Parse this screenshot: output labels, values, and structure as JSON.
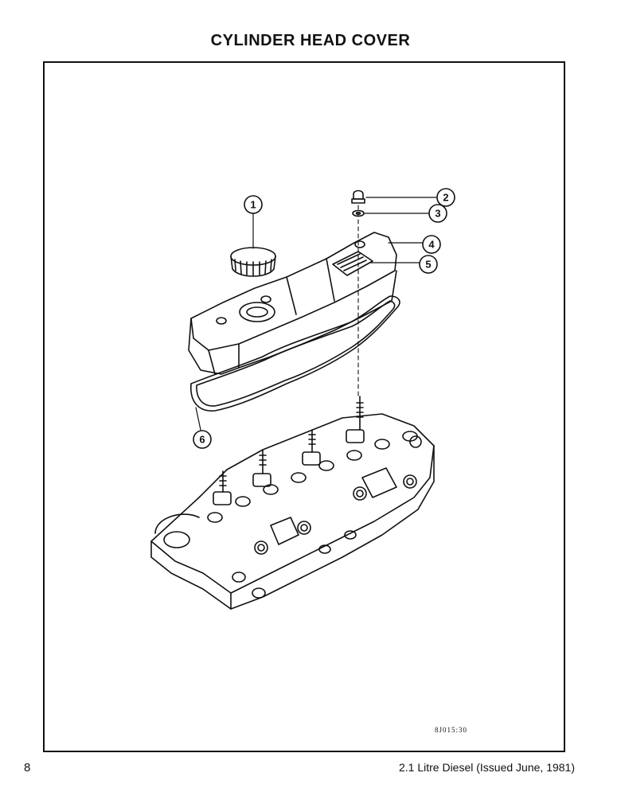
{
  "header": {
    "title": "CYLINDER HEAD COVER"
  },
  "figure": {
    "code": "8J015:30",
    "callouts": [
      {
        "number": "1",
        "part": "filler-cap"
      },
      {
        "number": "2",
        "part": "cap-nut"
      },
      {
        "number": "3",
        "part": "washer"
      },
      {
        "number": "4",
        "part": "cylinder-head-cover"
      },
      {
        "number": "5",
        "part": "label"
      },
      {
        "number": "6",
        "part": "gasket"
      }
    ]
  },
  "footer": {
    "page_number": "8",
    "document": "2.1 Litre Diesel (Issued June, 1981)"
  }
}
